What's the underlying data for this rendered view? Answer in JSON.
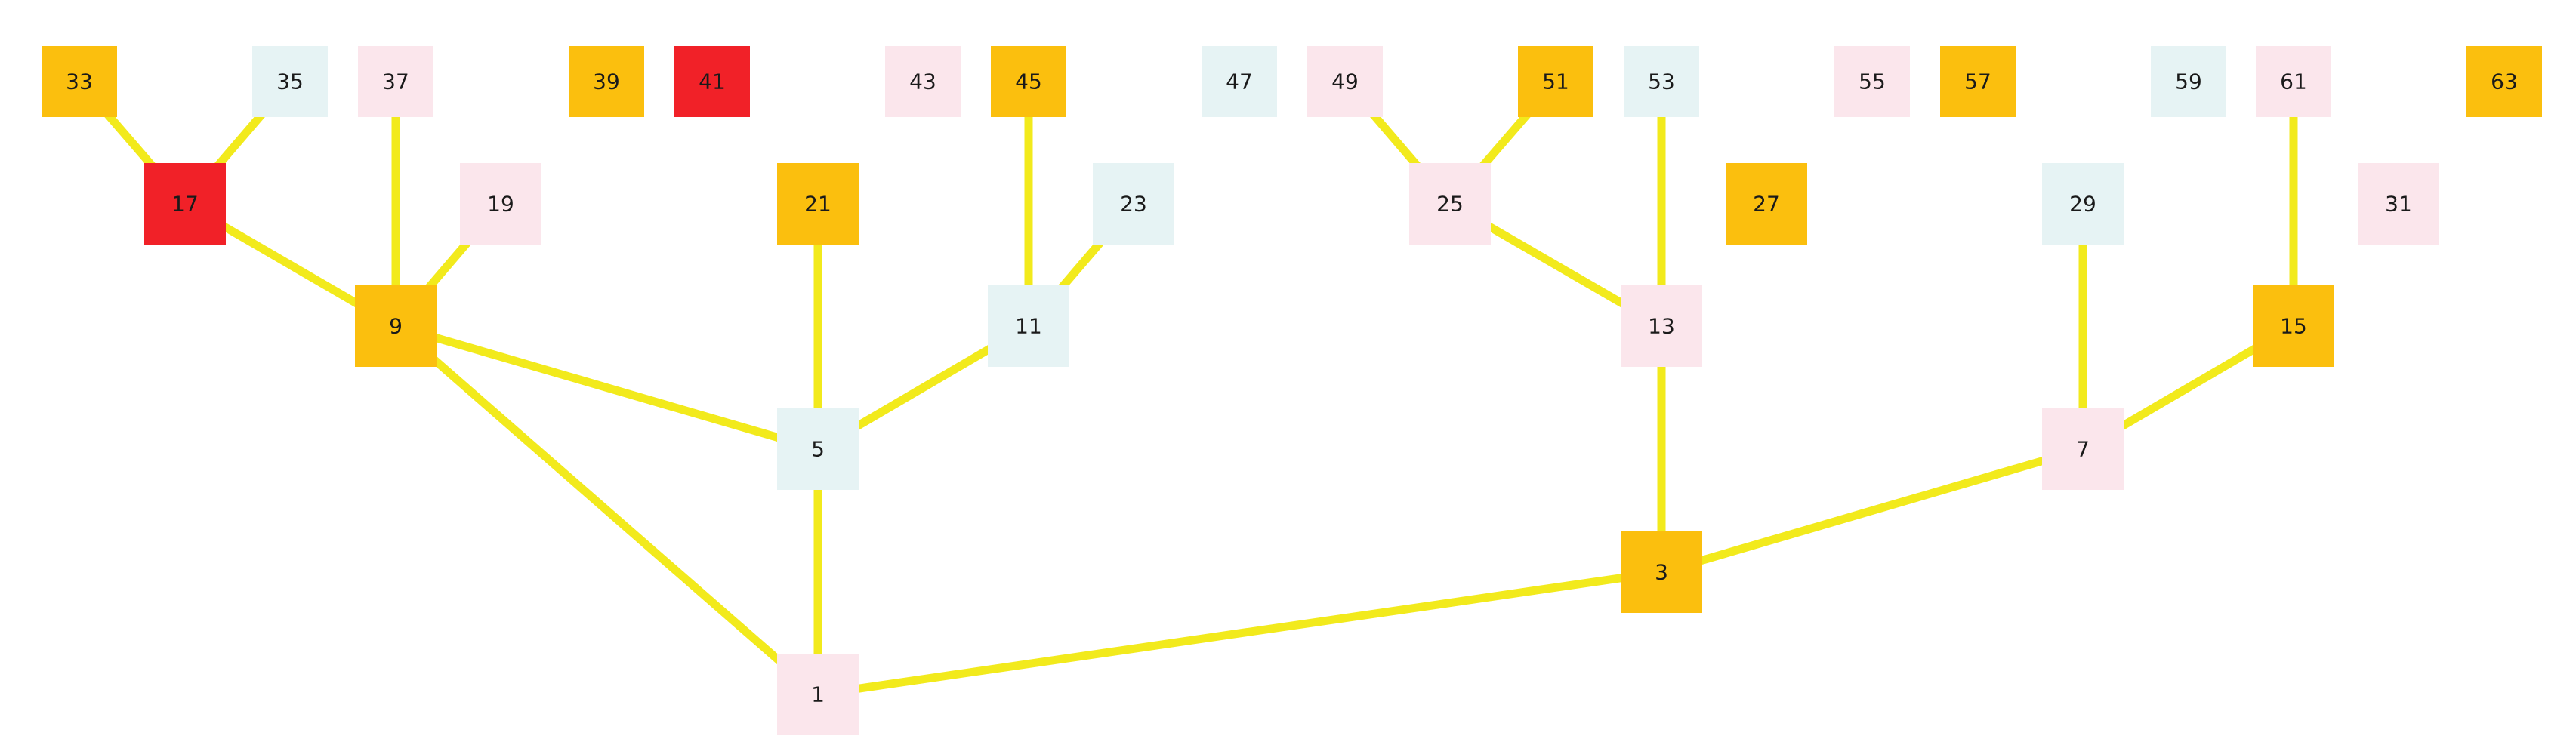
{
  "palette": {
    "edge": "#f2ea1c",
    "orange": "#fbbf0e",
    "red": "#f12128",
    "pink": "#fbe6ec",
    "light": "#e6f3f4",
    "text": "#1a1a1a"
  },
  "nodes": [
    {
      "id": 1,
      "label": "1",
      "color": "pink"
    },
    {
      "id": 3,
      "label": "3",
      "color": "orange"
    },
    {
      "id": 5,
      "label": "5",
      "color": "light"
    },
    {
      "id": 7,
      "label": "7",
      "color": "pink"
    },
    {
      "id": 9,
      "label": "9",
      "color": "orange"
    },
    {
      "id": 11,
      "label": "11",
      "color": "light"
    },
    {
      "id": 13,
      "label": "13",
      "color": "pink"
    },
    {
      "id": 15,
      "label": "15",
      "color": "orange"
    },
    {
      "id": 17,
      "label": "17",
      "color": "red"
    },
    {
      "id": 19,
      "label": "19",
      "color": "pink"
    },
    {
      "id": 21,
      "label": "21",
      "color": "orange"
    },
    {
      "id": 23,
      "label": "23",
      "color": "light"
    },
    {
      "id": 25,
      "label": "25",
      "color": "pink"
    },
    {
      "id": 27,
      "label": "27",
      "color": "orange"
    },
    {
      "id": 29,
      "label": "29",
      "color": "light"
    },
    {
      "id": 31,
      "label": "31",
      "color": "pink"
    },
    {
      "id": 33,
      "label": "33",
      "color": "orange"
    },
    {
      "id": 35,
      "label": "35",
      "color": "light"
    },
    {
      "id": 37,
      "label": "37",
      "color": "pink"
    },
    {
      "id": 39,
      "label": "39",
      "color": "orange"
    },
    {
      "id": 41,
      "label": "41",
      "color": "red"
    },
    {
      "id": 43,
      "label": "43",
      "color": "pink"
    },
    {
      "id": 45,
      "label": "45",
      "color": "orange"
    },
    {
      "id": 47,
      "label": "47",
      "color": "light"
    },
    {
      "id": 49,
      "label": "49",
      "color": "pink"
    },
    {
      "id": 51,
      "label": "51",
      "color": "orange"
    },
    {
      "id": 53,
      "label": "53",
      "color": "light"
    },
    {
      "id": 55,
      "label": "55",
      "color": "pink"
    },
    {
      "id": 57,
      "label": "57",
      "color": "orange"
    },
    {
      "id": 59,
      "label": "59",
      "color": "light"
    },
    {
      "id": 61,
      "label": "61",
      "color": "pink"
    },
    {
      "id": 63,
      "label": "63",
      "color": "orange"
    }
  ],
  "edges": [
    [
      1,
      5
    ],
    [
      1,
      9
    ],
    [
      1,
      3
    ],
    [
      5,
      9
    ],
    [
      5,
      21
    ],
    [
      5,
      11
    ],
    [
      11,
      45
    ],
    [
      11,
      23
    ],
    [
      9,
      17
    ],
    [
      9,
      37
    ],
    [
      9,
      19
    ],
    [
      17,
      33
    ],
    [
      17,
      35
    ],
    [
      3,
      13
    ],
    [
      3,
      7
    ],
    [
      13,
      25
    ],
    [
      13,
      53
    ],
    [
      25,
      49
    ],
    [
      25,
      51
    ],
    [
      7,
      29
    ],
    [
      7,
      15
    ],
    [
      15,
      61
    ]
  ]
}
